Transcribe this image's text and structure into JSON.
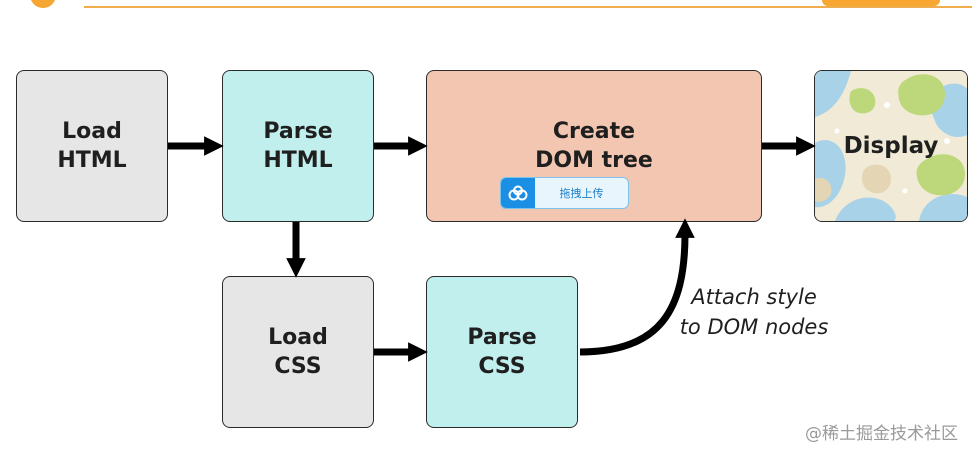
{
  "diagram": {
    "nodes": {
      "load_html": "Load\nHTML",
      "parse_html": "Parse\nHTML",
      "create_dom": "Create\nDOM tree",
      "display": "Display",
      "load_css": "Load\nCSS",
      "parse_css": "Parse\nCSS"
    },
    "annotation": "Attach style\nto DOM nodes",
    "edges": [
      {
        "from": "load_html",
        "to": "parse_html"
      },
      {
        "from": "parse_html",
        "to": "create_dom"
      },
      {
        "from": "create_dom",
        "to": "display"
      },
      {
        "from": "parse_html",
        "to": "load_css"
      },
      {
        "from": "load_css",
        "to": "parse_css"
      },
      {
        "from": "parse_css",
        "to": "create_dom",
        "label": "annotation"
      }
    ]
  },
  "upload_widget": {
    "label": "拖拽上传",
    "icon": "cloud-upload-icon"
  },
  "watermark": "@稀土掘金技术社区",
  "colors": {
    "gray_box": "#e6e6e6",
    "cyan_box": "#c0efed",
    "salmon_box": "#f2c6b0",
    "header_accent": "#f0ad4e",
    "upload_accent": "#1a8fe3"
  }
}
